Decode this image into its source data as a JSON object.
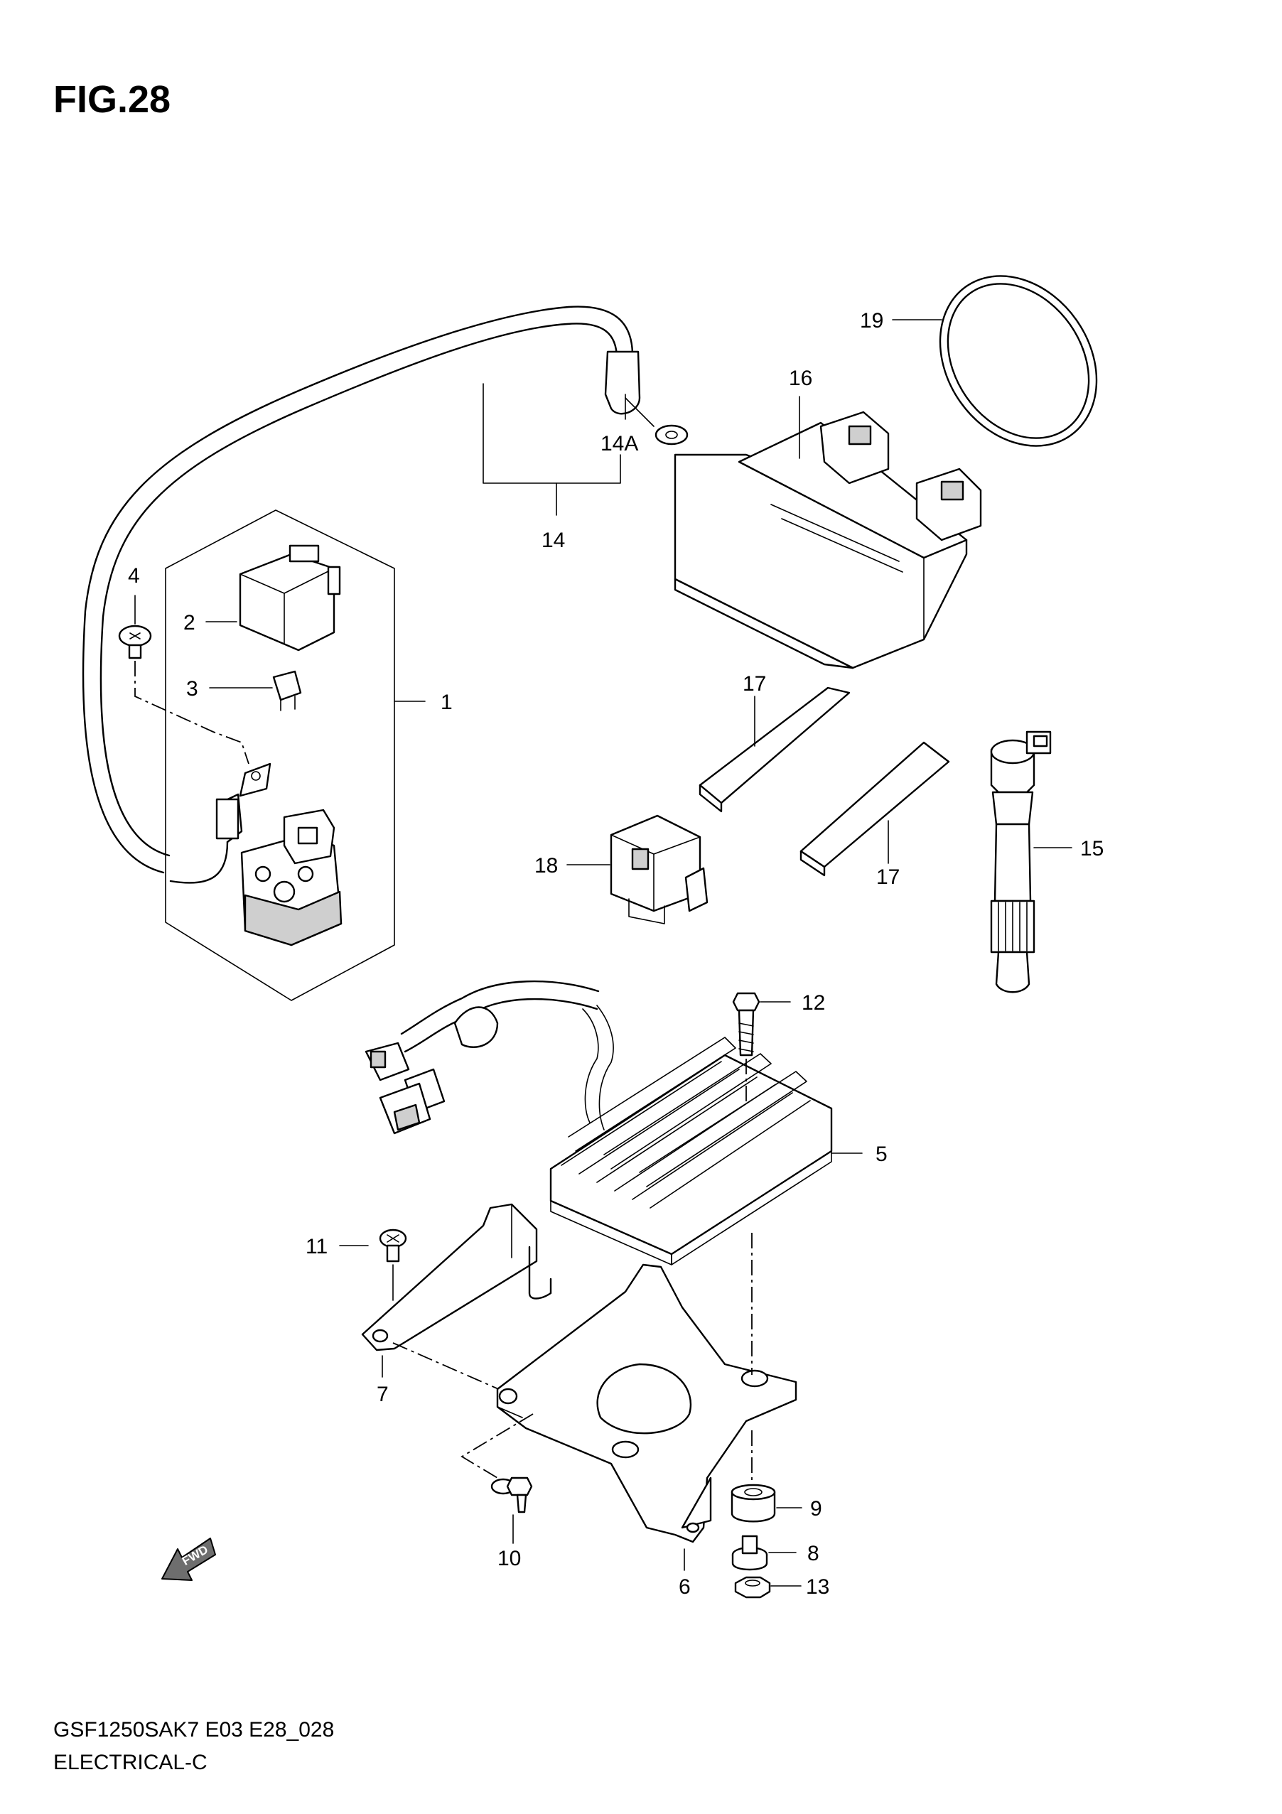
{
  "figure": {
    "title": "FIG.28",
    "model_code": "GSF1250SAK7 E03 E28_028",
    "section": "ELECTRICAL-C",
    "direction_label": "FWD"
  },
  "callouts": {
    "c1": "1",
    "c2": "2",
    "c3": "3",
    "c4": "4",
    "c5": "5",
    "c6": "6",
    "c7": "7",
    "c8": "8",
    "c9": "9",
    "c10": "10",
    "c11": "11",
    "c12": "12",
    "c13": "13",
    "c14": "14",
    "c14a": "14A",
    "c15": "15",
    "c16": "16",
    "c17a": "17",
    "c17b": "17",
    "c18": "18",
    "c19": "19"
  }
}
